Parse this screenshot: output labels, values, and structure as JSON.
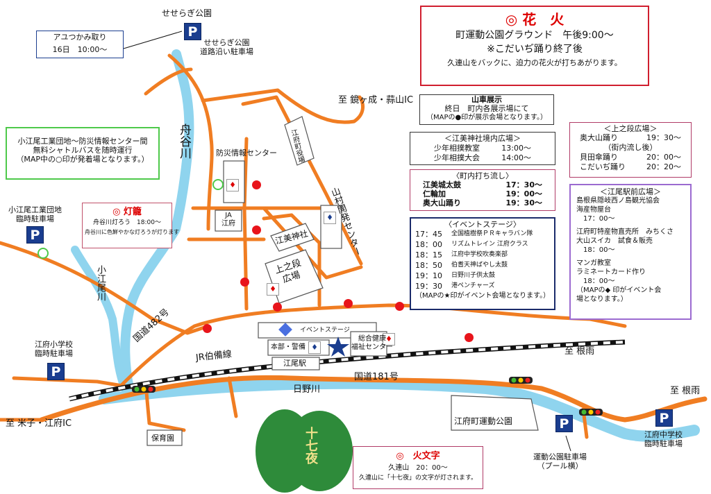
{
  "colors": {
    "road": "#f07d22",
    "river": "#8fd4ee",
    "parking": "#1a3d8f",
    "red": "#d00000",
    "event_dot": "#e8141b",
    "mountain": "#2e8b3a",
    "mountain_text": "#f0e08a"
  },
  "icons": [
    "parking-icon",
    "restroom-icon",
    "event-stage-diamond-icon",
    "exhibit-star-icon",
    "red-dot-icon",
    "green-ring-icon",
    "traffic-light-icon",
    "double-circle-icon"
  ],
  "fireworks": {
    "title": "◎ 花　火",
    "line1": "町運動公園グラウンド　午後9:00〜",
    "line2": "※こだいぢ踊り終了後",
    "note": "久連山をバックに、迫力の花火が打ちあがります。"
  },
  "ayu": {
    "line1": "アユつかみ取り",
    "line2": "16日　10:00〜"
  },
  "shuttle": {
    "line1": "小江尾工業団地〜防災情報センター間",
    "line2": "無料シャトルバスを随時運行",
    "line3": "（MAP中の○印が発着場となります。）"
  },
  "toro": {
    "title": "◎ 灯籠",
    "line1": "舟谷川灯ろう　18:00〜",
    "line2": "舟谷川に色鮮やかな灯ろうが灯ります"
  },
  "yamaguruma": {
    "title": "山車展示",
    "line1": "終日　町内各展示場にて",
    "line2": "（MAPの●印が展示会場となります。）"
  },
  "ebi": {
    "title": "＜江美神社境内広場＞",
    "rows": [
      [
        "少年相撲教室",
        "13:00〜"
      ],
      [
        "少年相撲大会",
        "14:00〜"
      ]
    ]
  },
  "machiuchi": {
    "title": "〈町内打ち流し〉",
    "rows": [
      [
        "江美城太鼓",
        "17：30〜"
      ],
      [
        "仁輪加",
        "19：00〜"
      ],
      [
        "奥大山踊り",
        "19：30〜"
      ]
    ]
  },
  "stage": {
    "title": "〈イベントステージ〉",
    "rows": [
      [
        "17：45",
        "全国植樹祭ＰＲキャラバン隊"
      ],
      [
        "18：00",
        "リズムトレイン 江府クラス"
      ],
      [
        "18：15",
        "江府中学校吹奏楽部"
      ],
      [
        "18：50",
        "伯耆天神ばやし太鼓"
      ],
      [
        "19：10",
        "日野川子供太鼓"
      ],
      [
        "19：30",
        "港ペンチャーズ"
      ]
    ],
    "note": "（MAPの★印がイベント会場となります。）"
  },
  "uenodan": {
    "title": "＜上之段広場＞",
    "rows": [
      [
        "奥大山踊り",
        "19：30〜"
      ],
      [
        "",
        "（街内流し後）"
      ],
      [
        "貝田傘踊り",
        "20：00〜"
      ],
      [
        "こだいぢ踊り",
        "20：20〜"
      ]
    ]
  },
  "station": {
    "title": "＜江尾駅前広場＞",
    "lines": [
      "島根県隠岐西ノ島観光協会",
      "海産物屋台",
      "　17：00〜",
      "",
      "江府町特産物直売所　みちくさ",
      "大山スイカ　試食＆販売",
      "　18：00〜",
      "",
      "マンガ教室",
      "ラミネートカード作り",
      "　18：00〜",
      "（MAPの◆ 印がイベント会",
      "場となります。）"
    ]
  },
  "himonji": {
    "title": "◎　火文字",
    "line1": "久連山　20：00〜",
    "line2": "久連山に「十七夜」の文字が灯されます。"
  },
  "labels": {
    "seseragi_park": "せせらぎ公園",
    "seseragi_parking": "せせらぎ公園\n道路沿い駐車場",
    "kagami": "至 鏡ヶ成・蒜山IC",
    "funatani": "舟谷川",
    "bousai": "防災情報センター",
    "town_office": "江府町役場",
    "ja": "JA\n江府",
    "ebi_shrine": "江美神社",
    "uenodan_plaza": "上之段\n広場",
    "yamamura": "山村開発センター",
    "koebi_parking": "小江尾工業団地\n臨時駐車場",
    "koebi_river": "小江尾川",
    "route482": "国道482号",
    "jr": "JR伯備線",
    "event_stage": "イベントステージ",
    "honbu": "本部・警備",
    "welfare": "総合健康\n福祉センター",
    "eo_station": "江尾駅",
    "route181": "国道181号",
    "hinogawa": "日野川",
    "to_neu1": "至 根雨",
    "to_neu2": "至 根雨",
    "school_parking": "江府小学校\n臨時駐車場",
    "to_yonago": "至 米子・江府IC",
    "hoikuen": "保育園",
    "undo_park": "江府町運動公園",
    "park_parking": "運動公園駐車場\n（プール横）",
    "junior_parking": "江府中学校\n臨時駐車場",
    "mountain_text": "十七夜",
    "parking_letter": "P"
  }
}
